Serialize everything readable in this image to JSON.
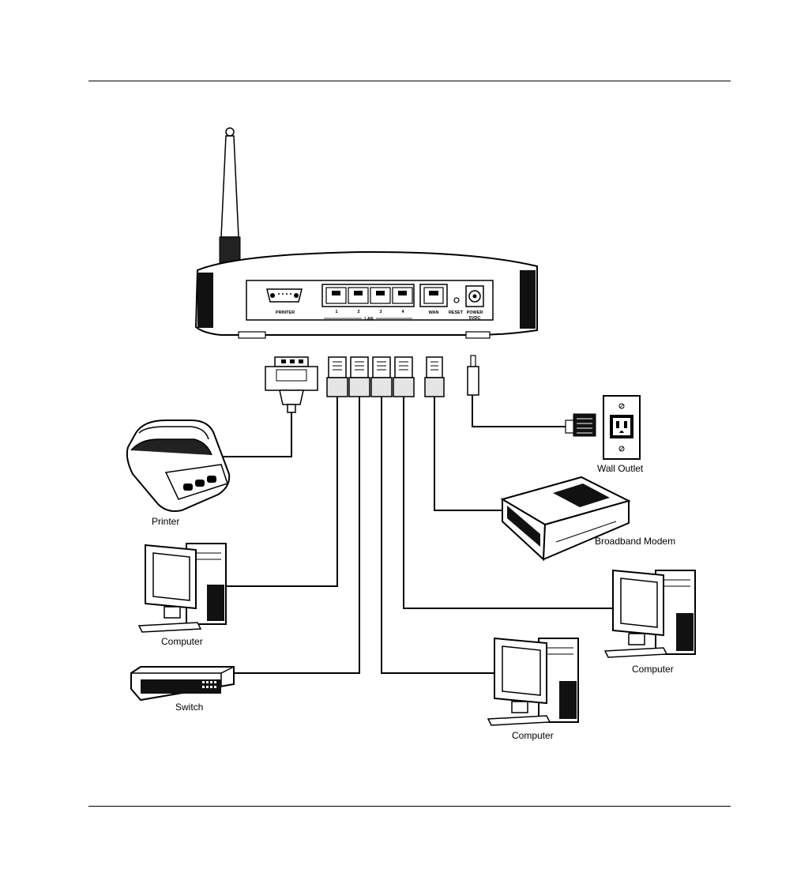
{
  "router": {
    "port_printer": "PRINTER",
    "lan_ports": [
      "1",
      "2",
      "3",
      "4"
    ],
    "lan_label": "LAN",
    "port_wan": "WAN",
    "port_reset": "RESET",
    "port_power_line1": "POWER",
    "port_power_line2": "5VDC"
  },
  "devices": {
    "printer": "Printer",
    "wall_outlet": "Wall Outlet",
    "broadband_modem": "Broadband Modem",
    "computer_left": "Computer",
    "switch": "Switch",
    "computer_center": "Computer",
    "computer_right": "Computer"
  }
}
